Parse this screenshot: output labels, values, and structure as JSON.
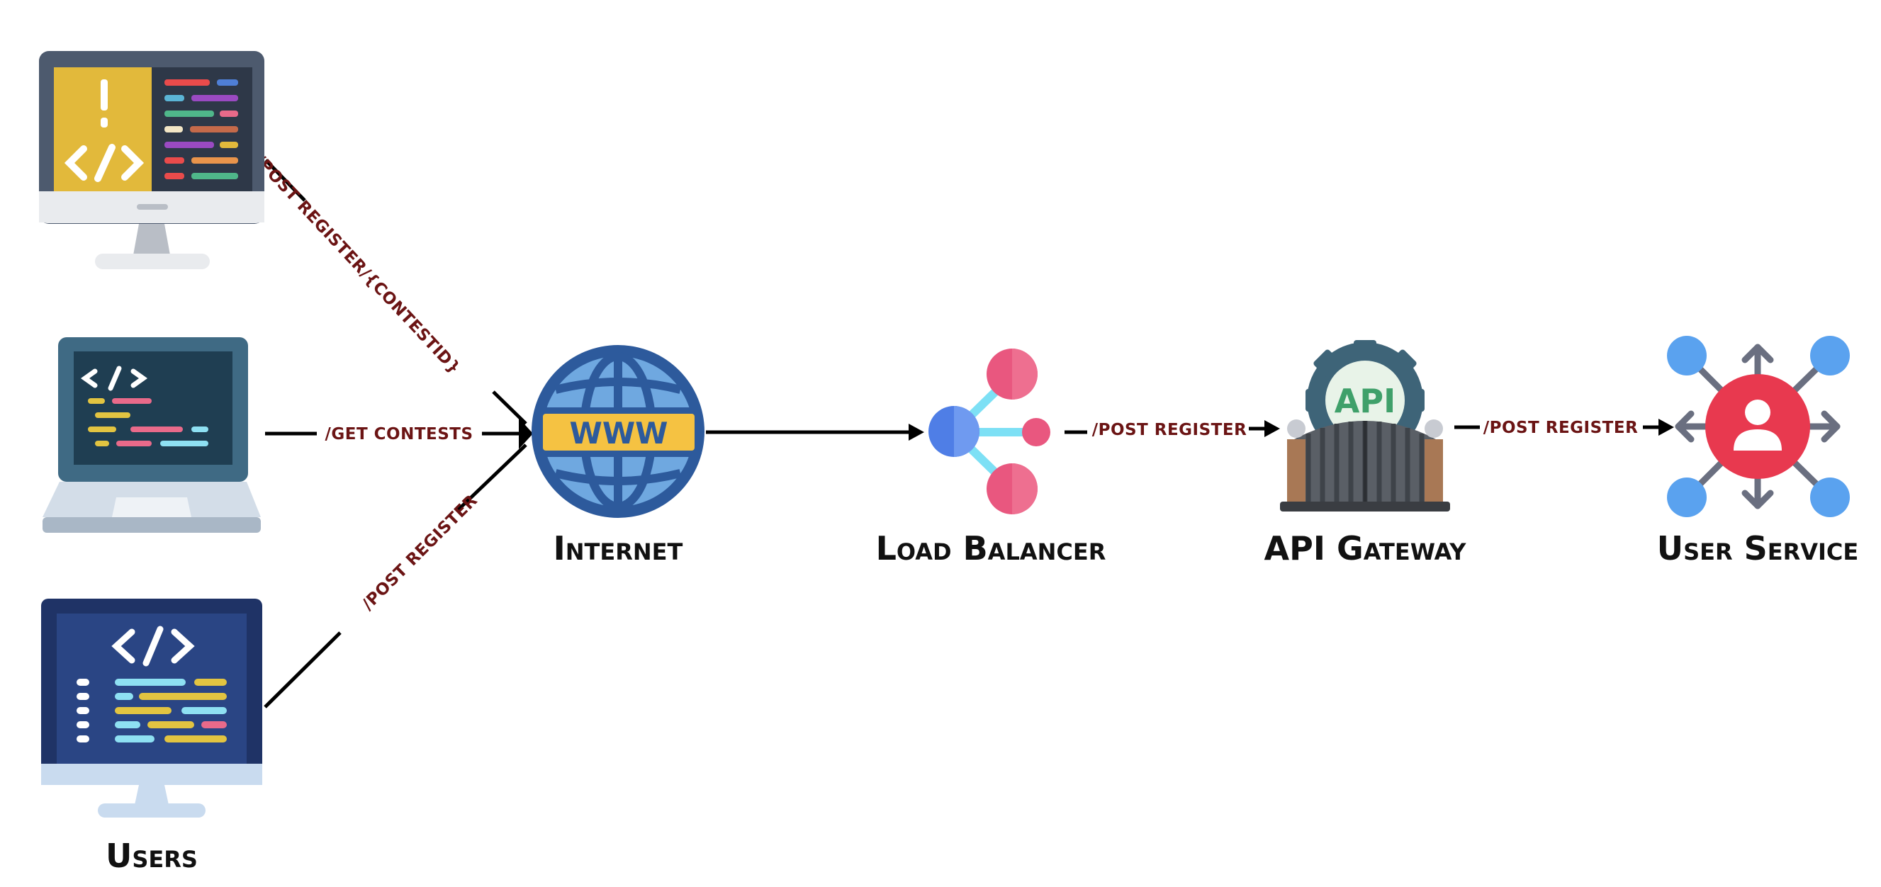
{
  "diagram": {
    "nodes": {
      "users": {
        "label": "Users",
        "icon": "computer-monitor-icon"
      },
      "internet": {
        "label": "Internet",
        "icon": "globe-www-icon"
      },
      "load_balancer": {
        "label": "Load Balancer",
        "icon": "load-balancer-icon"
      },
      "api_gateway": {
        "label": "API Gateway",
        "icon": "api-gate-icon"
      },
      "user_service": {
        "label": "User Service",
        "icon": "user-network-icon"
      }
    },
    "edges": {
      "desktop_to_internet": "/POST REGISTER/{CONTESTID}",
      "laptop_to_internet": "/GET CONTESTS",
      "monitor_to_internet": "/POST REGISTER",
      "lb_to_gateway": "/POST REGISTER",
      "gateway_to_service": "/POST REGISTER"
    },
    "colors": {
      "edge_label": "#6b1414",
      "globe_blue": "#2d5a9c",
      "www_yellow": "#f5c242",
      "balancer_pink": "#e9577f",
      "service_red": "#e8394f",
      "node_blue": "#5aa2ef"
    }
  }
}
